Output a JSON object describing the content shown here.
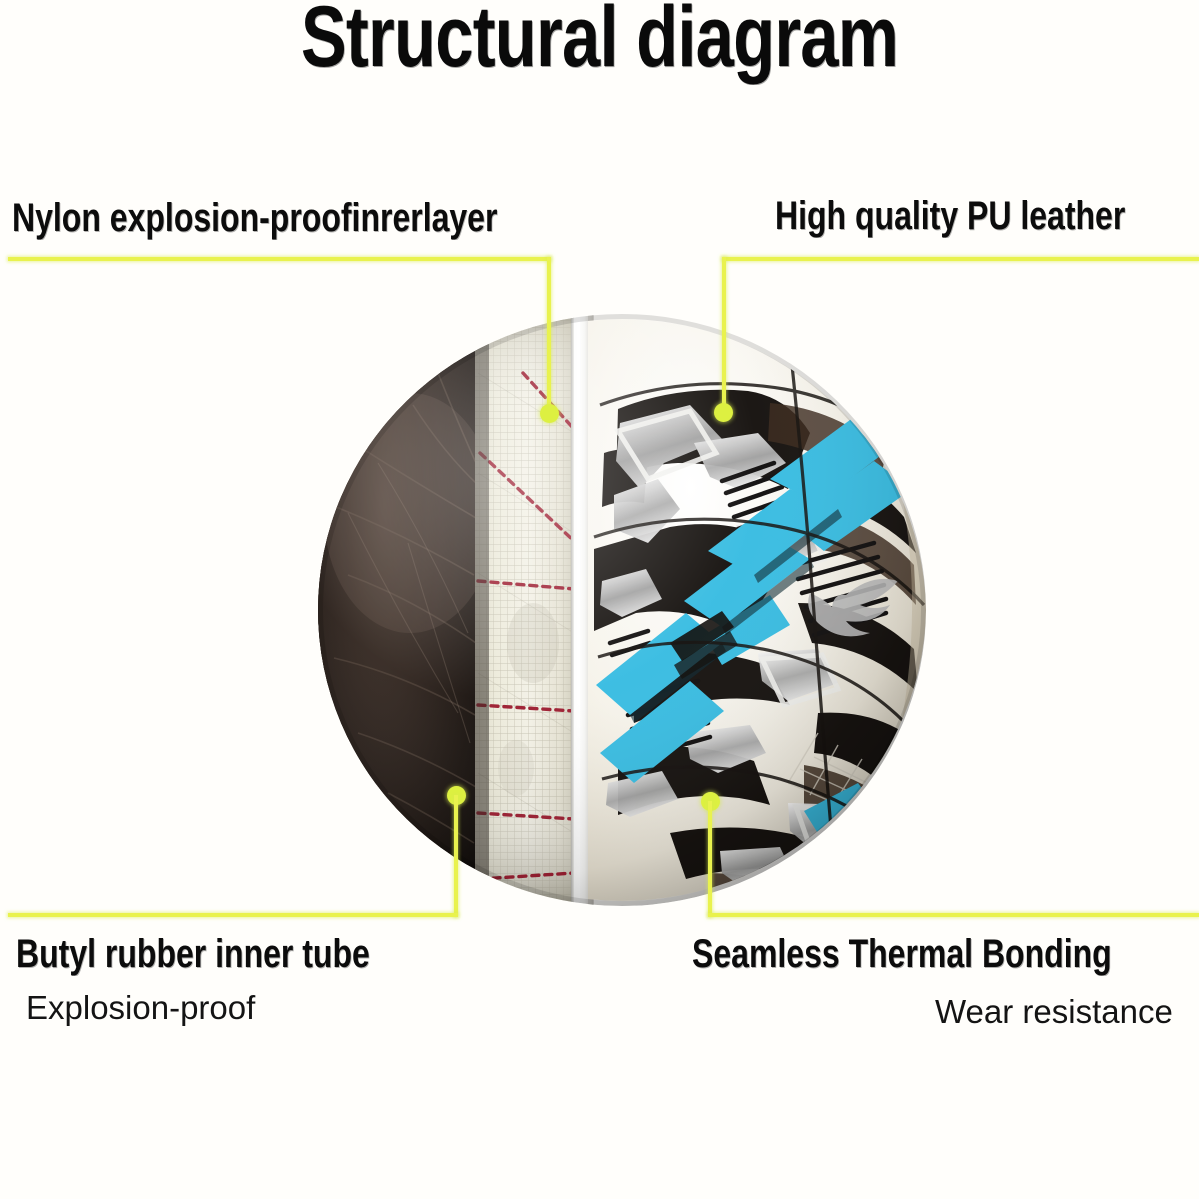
{
  "page": {
    "background_color": "#fffefb",
    "accent_color": "#e9f24e",
    "title": "Structural diagram"
  },
  "diagram": {
    "subject": "soccer-ball-cutaway",
    "ball": {
      "layers": [
        {
          "name": "butyl-rubber-bladder",
          "color": "#241b16"
        },
        {
          "name": "nylon-winding-mesh",
          "color": "#e8e6d8"
        },
        {
          "name": "pu-bonding-film",
          "color": "#f5f5f3"
        },
        {
          "name": "pu-leather-outer",
          "color": "#f2efe6"
        }
      ],
      "outer_accent_color": "#3abde2",
      "outer_dark_color": "#171310",
      "stitch_color": "#a3243a"
    }
  },
  "callouts": [
    {
      "id": "nylon",
      "label": "Nylon explosion-proofinrerlayer",
      "sub": "",
      "position": "top-left"
    },
    {
      "id": "pu-leather",
      "label": "High quality PU leather",
      "sub": "",
      "position": "top-right"
    },
    {
      "id": "butyl",
      "label": "Butyl rubber inner tube",
      "sub": "Explosion-proof",
      "position": "bottom-left"
    },
    {
      "id": "seamless",
      "label": "Seamless Thermal Bonding",
      "sub": "Wear resistance",
      "position": "bottom-right"
    }
  ]
}
